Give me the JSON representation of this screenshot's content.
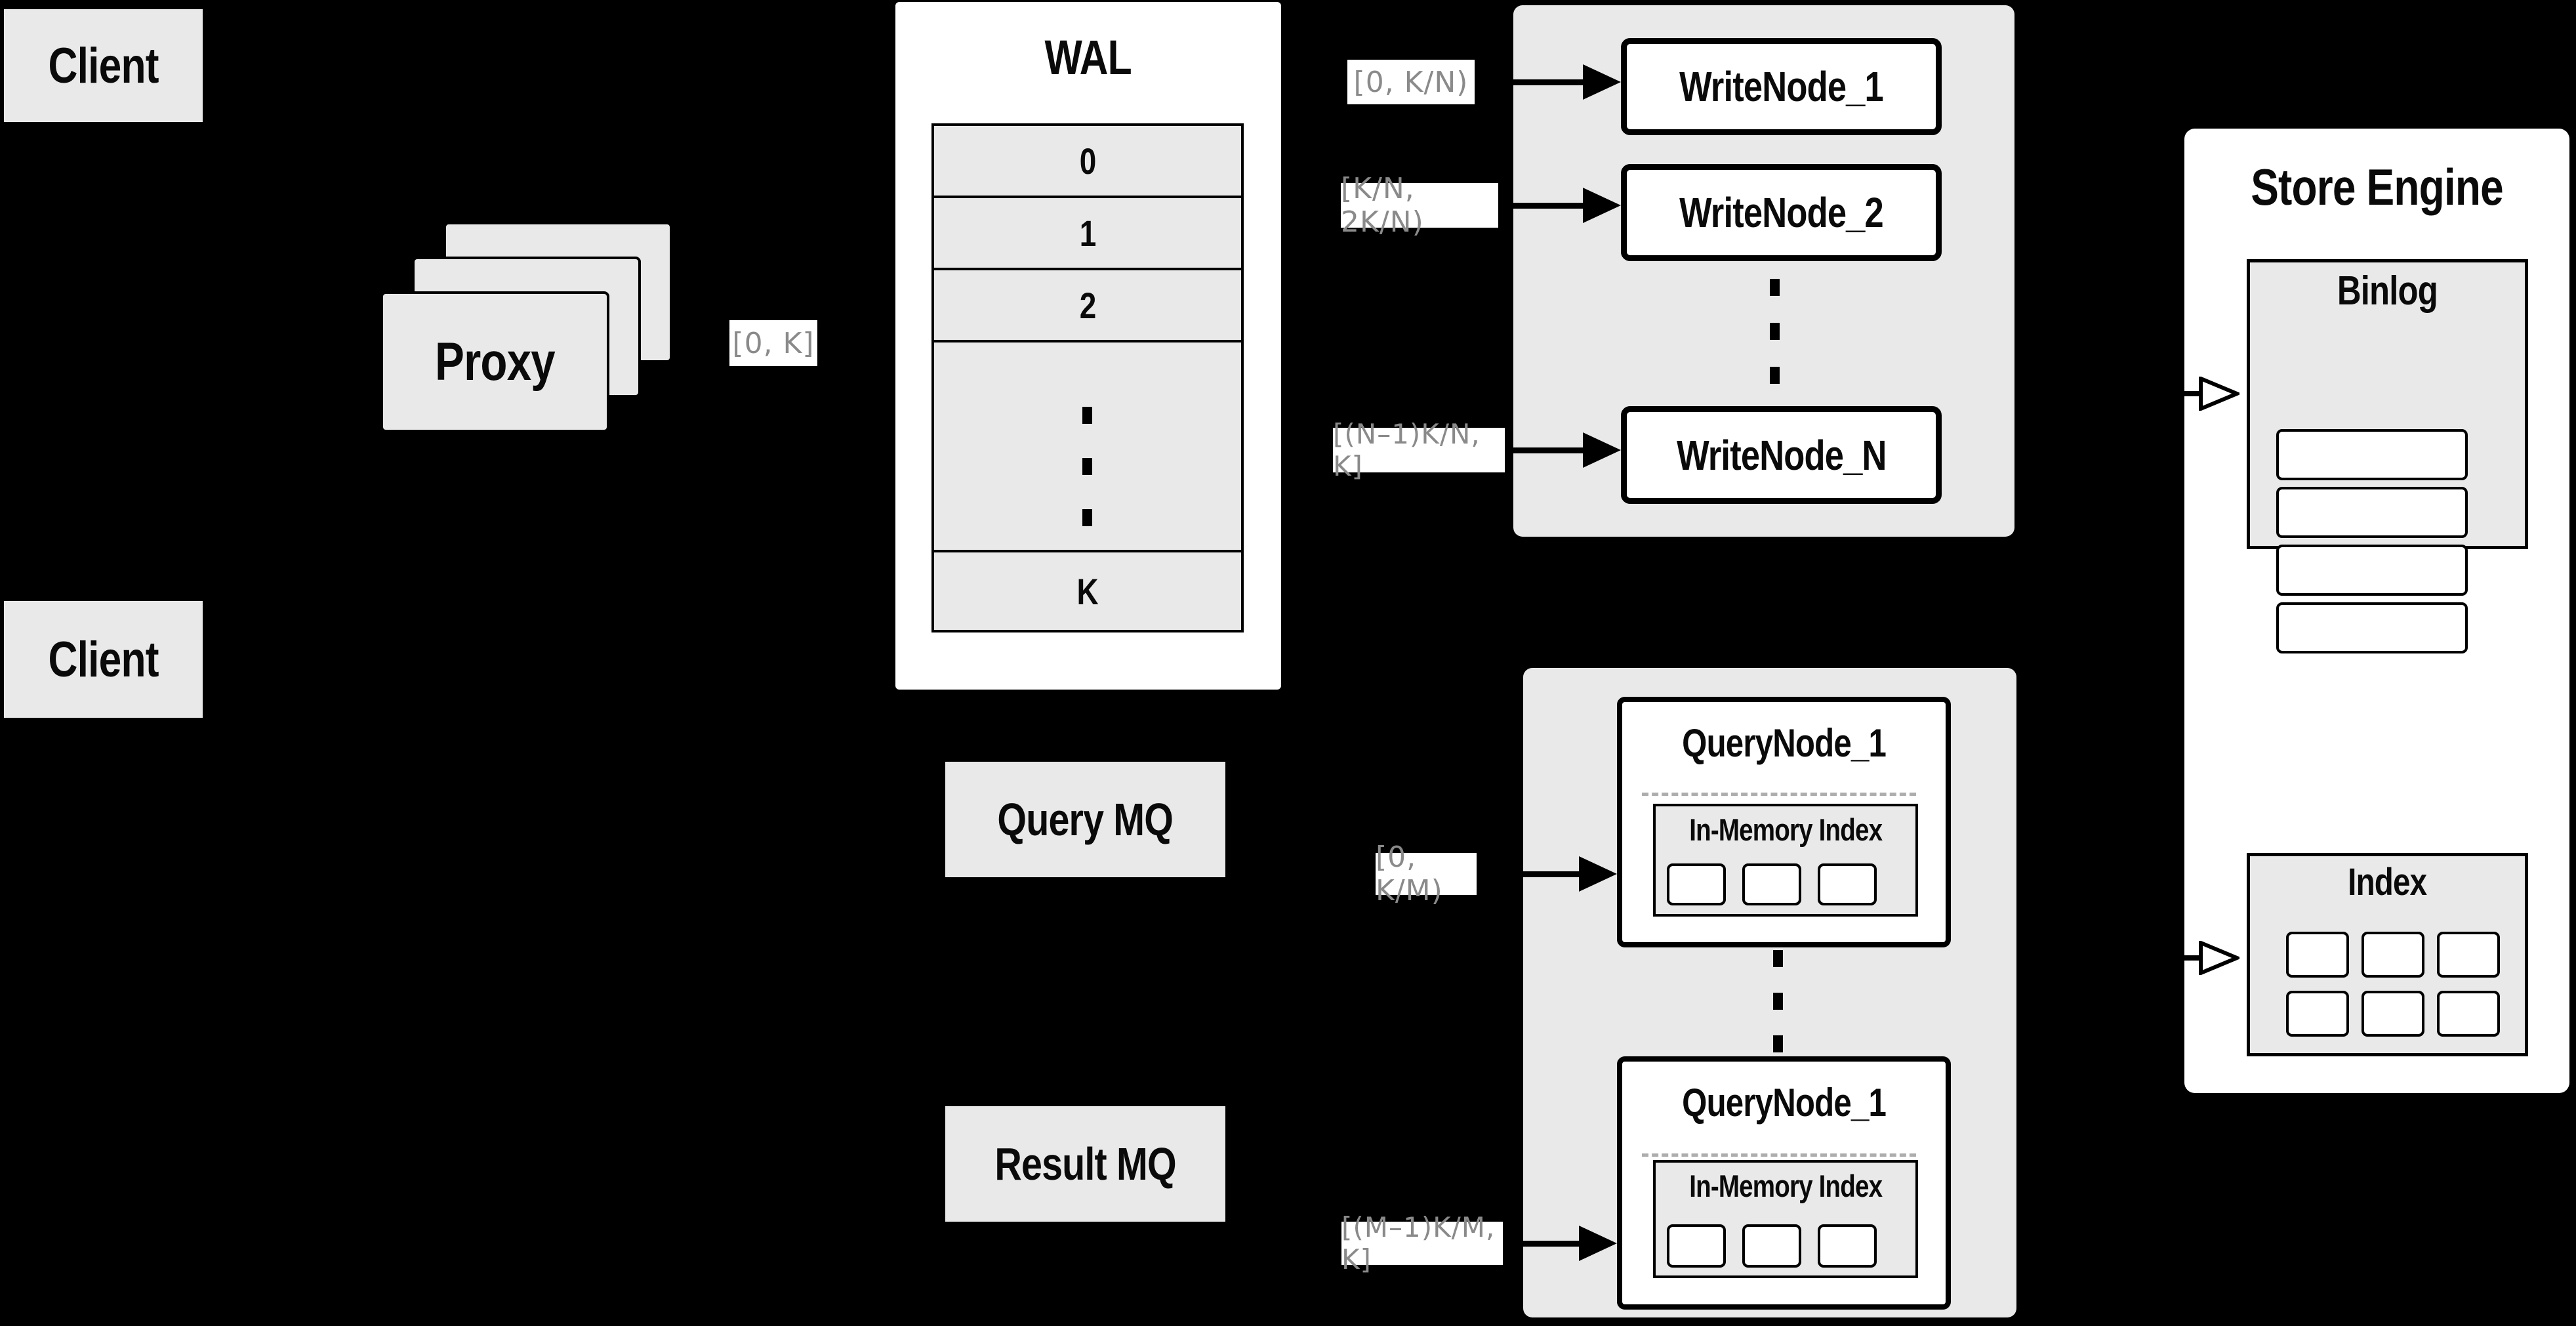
{
  "colors": {
    "background": "#000000",
    "box_gray": "#e9e9e9",
    "box_white": "#ffffff",
    "stroke_black": "#000000",
    "range_label_text": "#8a8a8a"
  },
  "client_top": {
    "label": "Client"
  },
  "client_bottom": {
    "label": "Client"
  },
  "proxy": {
    "label": "Proxy",
    "range_label": "[0, K]"
  },
  "wal": {
    "title": "WAL",
    "segments": [
      "0",
      "1",
      "2"
    ],
    "last_segment": "K"
  },
  "write_nodes": {
    "nodes": [
      {
        "name": "WriteNode_1",
        "range": "[0, K/N)"
      },
      {
        "name": "WriteNode_2",
        "range": "[K/N, 2K/N)"
      },
      {
        "name": "WriteNode_N",
        "range": "[(N–1)K/N, K]"
      }
    ]
  },
  "query_mq": {
    "label": "Query MQ"
  },
  "result_mq": {
    "label": "Result MQ"
  },
  "query_nodes": {
    "nodes": [
      {
        "name": "QueryNode_1",
        "inner_title": "In-Memory Index",
        "range": "[0, K/M)"
      },
      {
        "name": "QueryNode_1",
        "inner_title": "In-Memory Index",
        "range": "[(M–1)K/M, K]"
      }
    ]
  },
  "store_engine": {
    "title": "Store Engine",
    "binlog_title": "Binlog",
    "index_title": "Index"
  }
}
